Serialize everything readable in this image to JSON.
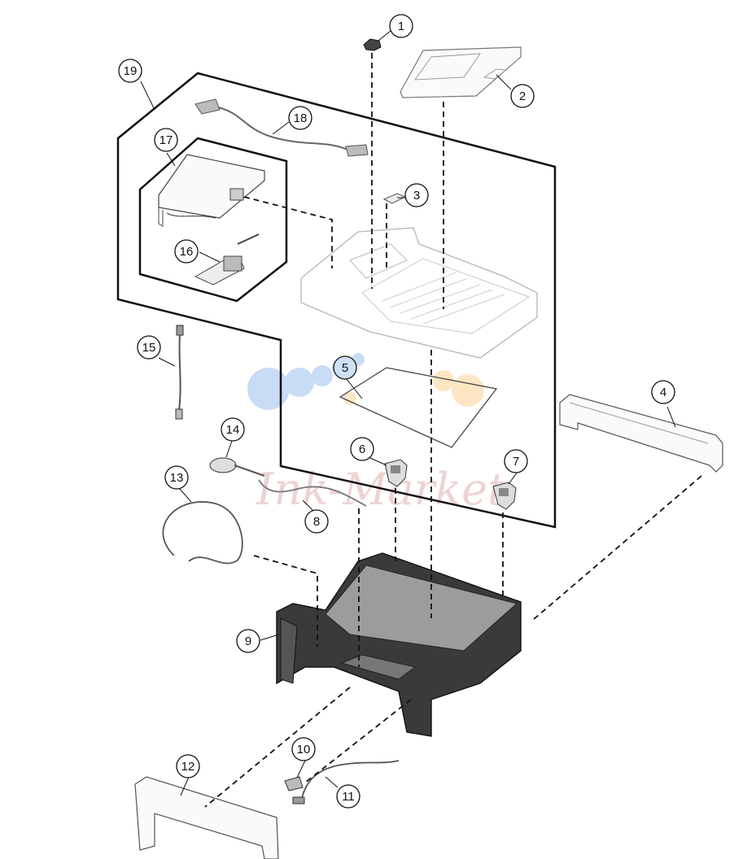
{
  "diagram": {
    "callouts": [
      {
        "id": "1",
        "label": "1"
      },
      {
        "id": "2",
        "label": "2"
      },
      {
        "id": "3",
        "label": "3"
      },
      {
        "id": "4",
        "label": "4"
      },
      {
        "id": "5",
        "label": "5"
      },
      {
        "id": "6",
        "label": "6"
      },
      {
        "id": "7",
        "label": "7"
      },
      {
        "id": "8",
        "label": "8"
      },
      {
        "id": "9",
        "label": "9"
      },
      {
        "id": "10",
        "label": "10"
      },
      {
        "id": "11",
        "label": "11"
      },
      {
        "id": "12",
        "label": "12"
      },
      {
        "id": "13",
        "label": "13"
      },
      {
        "id": "14",
        "label": "14"
      },
      {
        "id": "15",
        "label": "15"
      },
      {
        "id": "16",
        "label": "16"
      },
      {
        "id": "17",
        "label": "17"
      },
      {
        "id": "18",
        "label": "18"
      },
      {
        "id": "19",
        "label": "19"
      }
    ],
    "watermark": "Ink-Market",
    "colors": {
      "line": "#111111",
      "part_outline": "#777777",
      "scanner_body": "#3a3a3a",
      "glass": "#9c9c9c",
      "watermark_blue": "#c9dcf5",
      "watermark_orange": "#fde6c4"
    }
  }
}
